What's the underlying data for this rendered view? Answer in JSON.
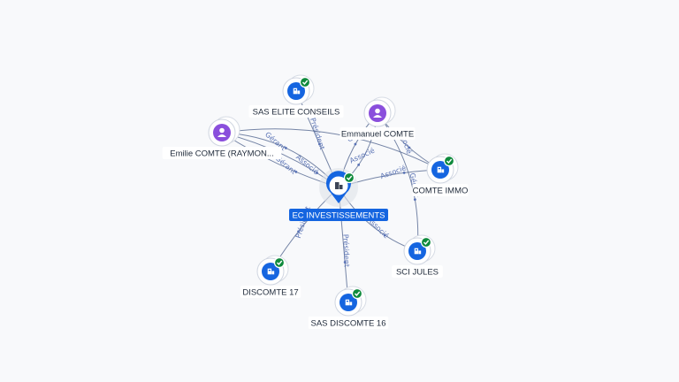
{
  "colors": {
    "company": "#1565e0",
    "person": "#8a4fdc",
    "check": "#0f8a3c",
    "center_label_bg": "#1565e0",
    "edge": "#4a5e8a",
    "edge_label": "#5a73b5"
  },
  "center": {
    "id": "ec",
    "label": "EC INVESTISSEMENTS",
    "icon": "company-building-icon",
    "verified": true
  },
  "nodes": [
    {
      "id": "elite",
      "label": "SAS ELITE CONSEILS",
      "type": "company",
      "icon": "company-building-icon",
      "verified": true
    },
    {
      "id": "emmanuel",
      "label": "Emmanuel COMTE",
      "type": "person",
      "icon": "person-icon",
      "verified": false
    },
    {
      "id": "emilie",
      "label": "Emilie COMTE (RAYMON...",
      "type": "person",
      "icon": "person-icon",
      "verified": false
    },
    {
      "id": "comteimmo",
      "label": "COMTE IMMO",
      "type": "company",
      "icon": "company-building-icon",
      "verified": true
    },
    {
      "id": "scijules",
      "label": "SCI JULES",
      "type": "company",
      "icon": "company-building-icon",
      "verified": true
    },
    {
      "id": "discomte17",
      "label": "DISCOMTE 17",
      "type": "company",
      "icon": "company-building-icon",
      "verified": true
    },
    {
      "id": "sasdiscomte16",
      "label": "SAS DISCOMTE 16",
      "type": "company",
      "icon": "company-building-icon",
      "verified": true
    }
  ],
  "edges": [
    {
      "from": "elite",
      "to": "ec",
      "label": "Président"
    },
    {
      "from": "emmanuel",
      "to": "ec",
      "label": "Gérant"
    },
    {
      "from": "emmanuel",
      "to": "ec",
      "label": "Associé"
    },
    {
      "from": "emilie",
      "to": "ec",
      "label": "Gérant"
    },
    {
      "from": "emilie",
      "to": "ec",
      "label": "Associé"
    },
    {
      "from": "emilie",
      "to": "comteimmo",
      "label": ""
    },
    {
      "from": "emmanuel",
      "to": "comteimmo",
      "label": "Associé"
    },
    {
      "from": "emmanuel",
      "to": "scijules",
      "label": "Gérant"
    },
    {
      "from": "ec",
      "to": "comteimmo",
      "label": "Associé"
    },
    {
      "from": "ec",
      "to": "scijules",
      "label": "Associé"
    },
    {
      "from": "ec",
      "to": "discomte17",
      "label": "Président"
    },
    {
      "from": "ec",
      "to": "sasdiscomte16",
      "label": "Président"
    },
    {
      "from": "emilie",
      "to": "ec",
      "label": "Gérant"
    }
  ]
}
